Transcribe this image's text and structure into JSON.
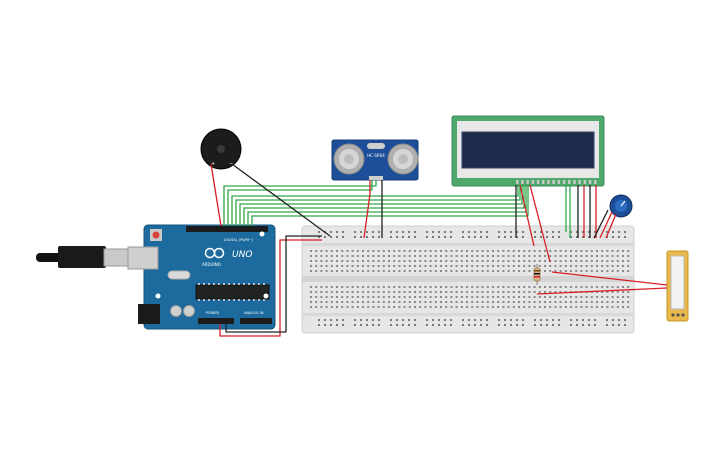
{
  "components": {
    "arduino": {
      "brand": "ARDUINO",
      "model": "UNO",
      "digital_label": "DIGITAL (PWM~)",
      "power_label": "POWER",
      "analog_label": "ANALOG IN"
    },
    "sensor": {
      "label": "HC-SR04"
    },
    "lcd": {
      "label": ""
    },
    "buzzer": {
      "label": ""
    },
    "potentiometer": {
      "label": ""
    },
    "breadboard": {
      "label": ""
    },
    "force_sensor": {
      "label": ""
    }
  },
  "colors": {
    "arduino_board": "#1d6b9e",
    "breadboard": "#e8e8e8",
    "lcd_pcb": "#4ea86b",
    "lcd_screen": "#1f2b4a",
    "sensor_pcb": "#1d4e9a",
    "wire_red": "#d81f26",
    "wire_black": "#222222",
    "wire_green": "#2ea84a",
    "force_sensor": "#e9b84a"
  }
}
